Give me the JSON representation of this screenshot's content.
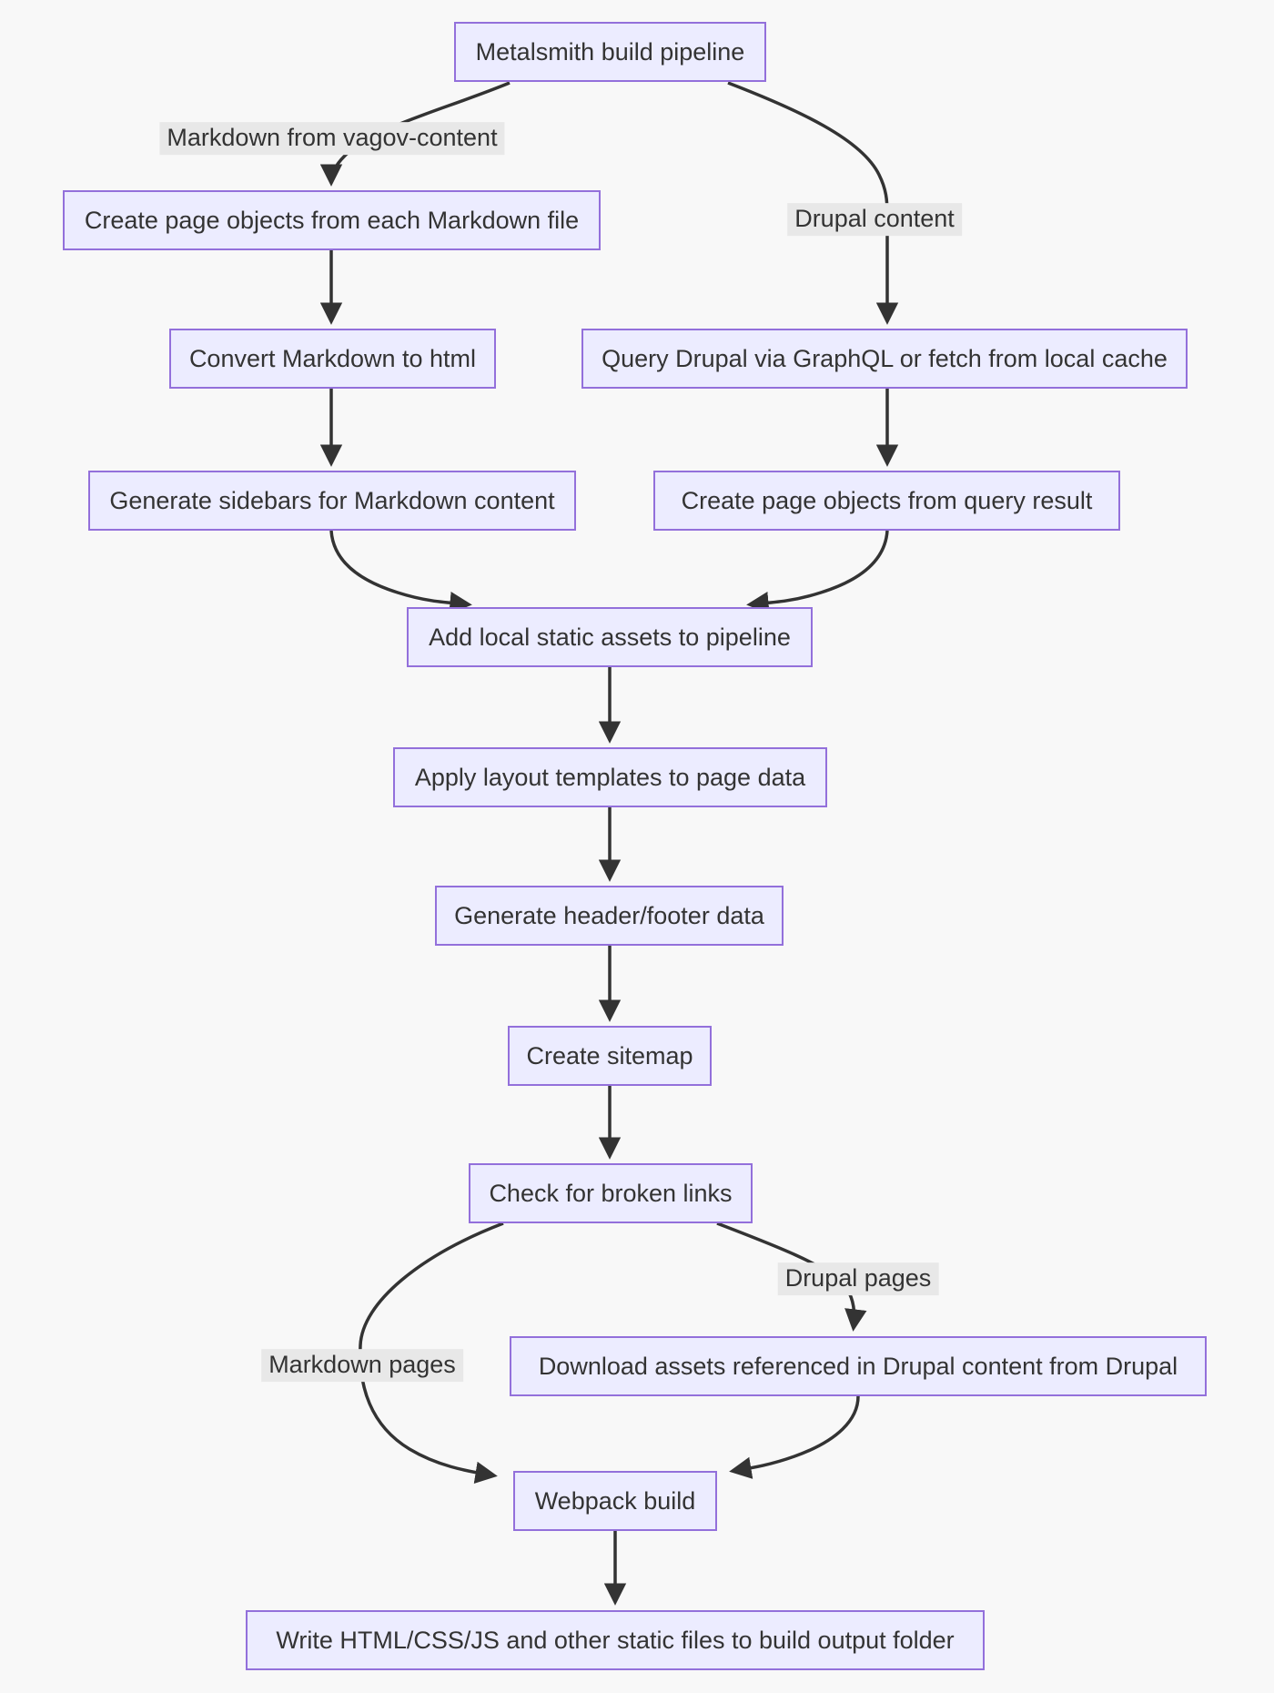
{
  "colors": {
    "background": "#f8f8f8",
    "node_fill": "#ECECFF",
    "node_border": "#9370DB",
    "edge": "#333333",
    "edge_label_bg": "#e8e8e8",
    "text": "#333333"
  },
  "nodes": {
    "metalsmith": "Metalsmith build pipeline",
    "create_markdown_pages": "Create page objects from each Markdown file",
    "convert_markdown": "Convert Markdown to html",
    "query_drupal": "Query Drupal via GraphQL or fetch from local cache",
    "generate_sidebars": "Generate sidebars for Markdown content",
    "create_query_pages": "Create page objects from query result",
    "add_static_assets": "Add local static assets to pipeline",
    "apply_layouts": "Apply layout templates to page data",
    "header_footer": "Generate header/footer data",
    "create_sitemap": "Create sitemap",
    "check_broken_links": "Check for broken links",
    "download_drupal_assets": "Download assets referenced in Drupal content from Drupal",
    "webpack_build": "Webpack build",
    "write_output": "Write HTML/CSS/JS and other static files to build output folder"
  },
  "edge_labels": {
    "markdown_source": "Markdown from vagov-content",
    "drupal_content": "Drupal content",
    "markdown_pages": "Markdown pages",
    "drupal_pages": "Drupal pages"
  },
  "connections": [
    {
      "from": "metalsmith",
      "to": "create_markdown_pages",
      "label": "Markdown from vagov-content"
    },
    {
      "from": "metalsmith",
      "to": "query_drupal",
      "label": "Drupal content"
    },
    {
      "from": "create_markdown_pages",
      "to": "convert_markdown",
      "label": ""
    },
    {
      "from": "convert_markdown",
      "to": "generate_sidebars",
      "label": ""
    },
    {
      "from": "query_drupal",
      "to": "create_query_pages",
      "label": ""
    },
    {
      "from": "generate_sidebars",
      "to": "add_static_assets",
      "label": ""
    },
    {
      "from": "create_query_pages",
      "to": "add_static_assets",
      "label": ""
    },
    {
      "from": "add_static_assets",
      "to": "apply_layouts",
      "label": ""
    },
    {
      "from": "apply_layouts",
      "to": "header_footer",
      "label": ""
    },
    {
      "from": "header_footer",
      "to": "create_sitemap",
      "label": ""
    },
    {
      "from": "create_sitemap",
      "to": "check_broken_links",
      "label": ""
    },
    {
      "from": "check_broken_links",
      "to": "webpack_build",
      "label": "Markdown pages"
    },
    {
      "from": "check_broken_links",
      "to": "download_drupal_assets",
      "label": "Drupal pages"
    },
    {
      "from": "download_drupal_assets",
      "to": "webpack_build",
      "label": ""
    },
    {
      "from": "webpack_build",
      "to": "write_output",
      "label": ""
    }
  ]
}
